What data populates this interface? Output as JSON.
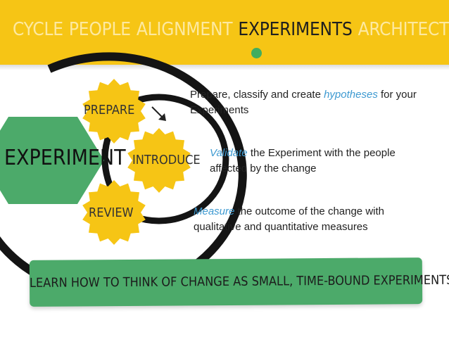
{
  "nav": {
    "items": [
      {
        "label": "Cycle"
      },
      {
        "label": "People"
      },
      {
        "label": "Alignment"
      },
      {
        "label": "Experiments",
        "active": true
      },
      {
        "label": "Architect"
      }
    ]
  },
  "diagram": {
    "center_label": "Experiment",
    "steps": [
      {
        "label": "Prepare"
      },
      {
        "label": "Introduce"
      },
      {
        "label": "Review"
      }
    ]
  },
  "descriptions": {
    "prepare": {
      "pre": "Prepare, classify and create ",
      "em": "hypotheses",
      "post": " for your Experiments"
    },
    "introduce": {
      "pre": "",
      "em": "Validate",
      "post": " the Experiment with the people affected by the change"
    },
    "review": {
      "pre": "",
      "em": "Measure",
      "post": " the outcome of the change with qualitative and quantitative measures"
    }
  },
  "cta": {
    "label": "Learn how to think of change as small, time-bound Experiments"
  },
  "colors": {
    "header": "#f6c515",
    "accent_green": "#41ad5f",
    "badge_yellow": "#f6c515",
    "hex_green": "#4caa6a",
    "highlight_blue": "#3e9ad1"
  }
}
